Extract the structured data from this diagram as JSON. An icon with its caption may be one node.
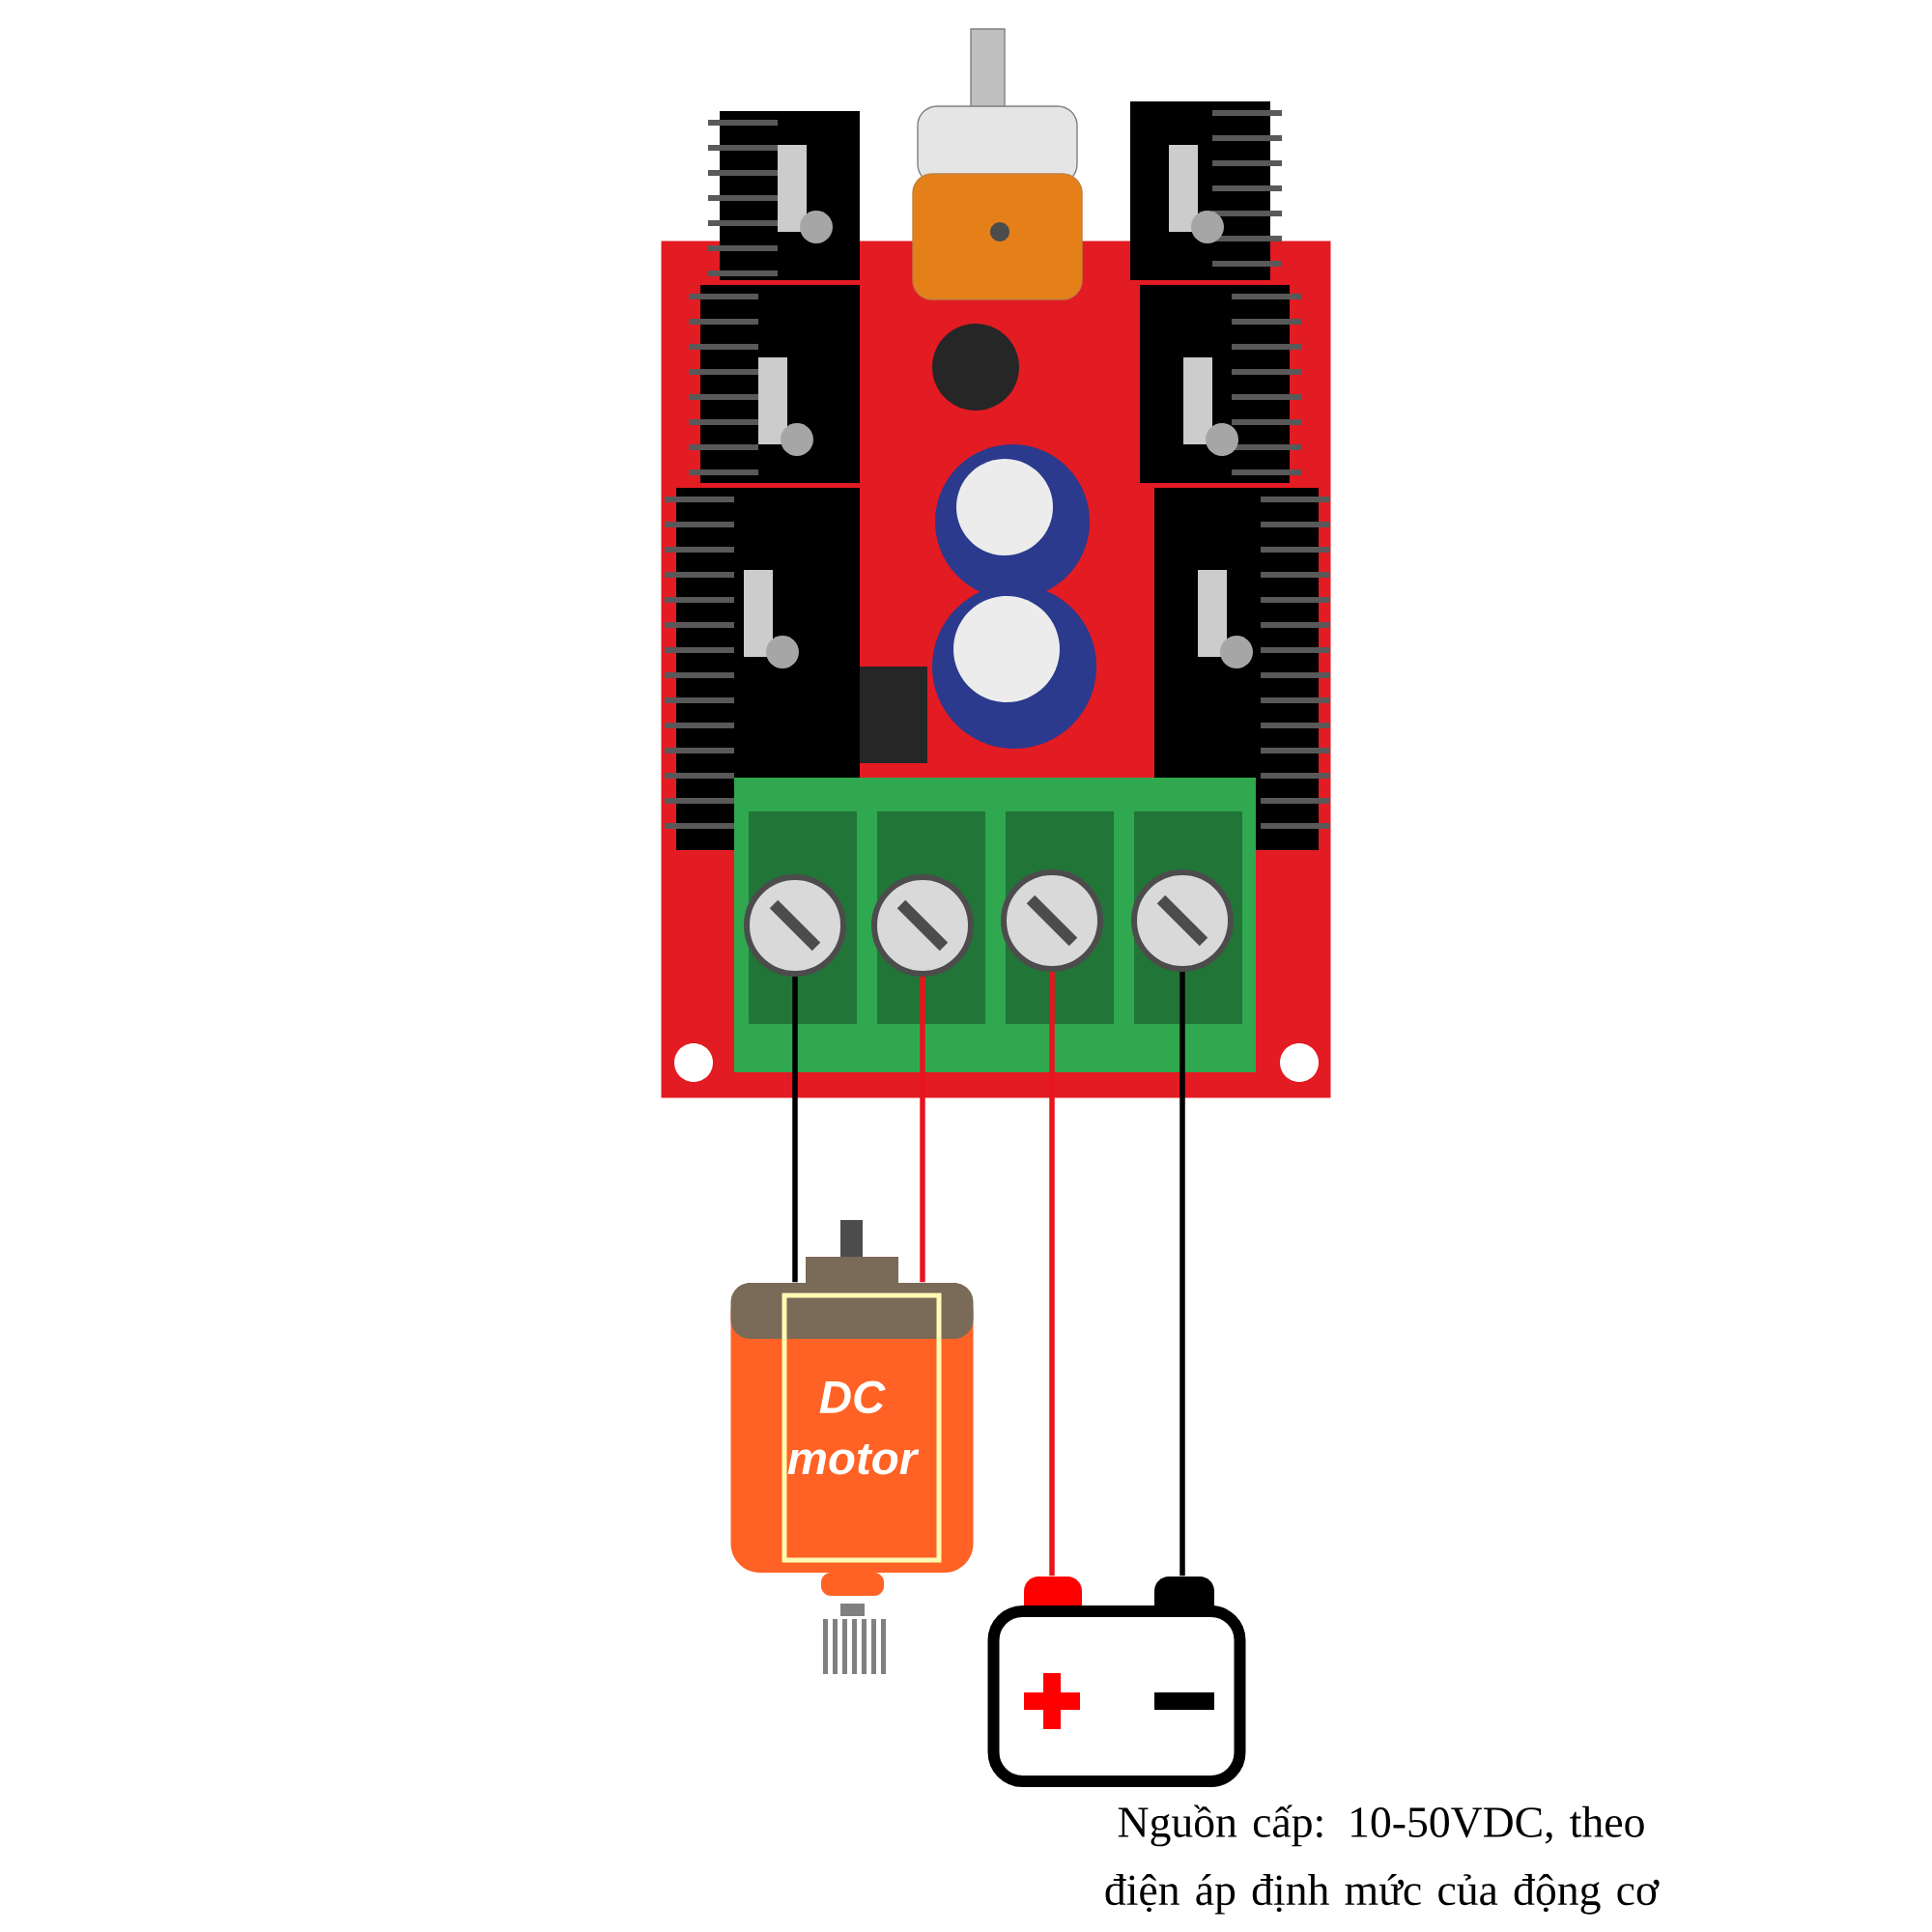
{
  "diagram": {
    "caption": "Nguồn cấp: 10-50VDC, theo điện áp định mức của động cơ",
    "nodes": [
      {
        "text": [],
        "shape": "picture"
      },
      {
        "text": [],
        "shape": "terminal",
        "in": 0
      },
      {
        "text": [],
        "shape": "terminal",
        "in": 0
      },
      {
        "text": [],
        "shape": "terminal",
        "in": 0
      },
      {
        "text": [],
        "shape": "terminal",
        "in": 0
      },
      {
        "text": [
          "DC motor"
        ]
      },
      {
        "text": [],
        "shape": "battery"
      }
    ],
    "edges": [
      {
        "from": 1,
        "to": 5,
        "arrow": "none"
      },
      {
        "from": 2,
        "to": 5,
        "arrow": "none",
        "color": "#e8141e"
      },
      {
        "from": 3,
        "to": 6,
        "arrow": "none",
        "color": "#e8141e"
      },
      {
        "from": 4,
        "to": 6,
        "arrow": "none"
      }
    ]
  }
}
